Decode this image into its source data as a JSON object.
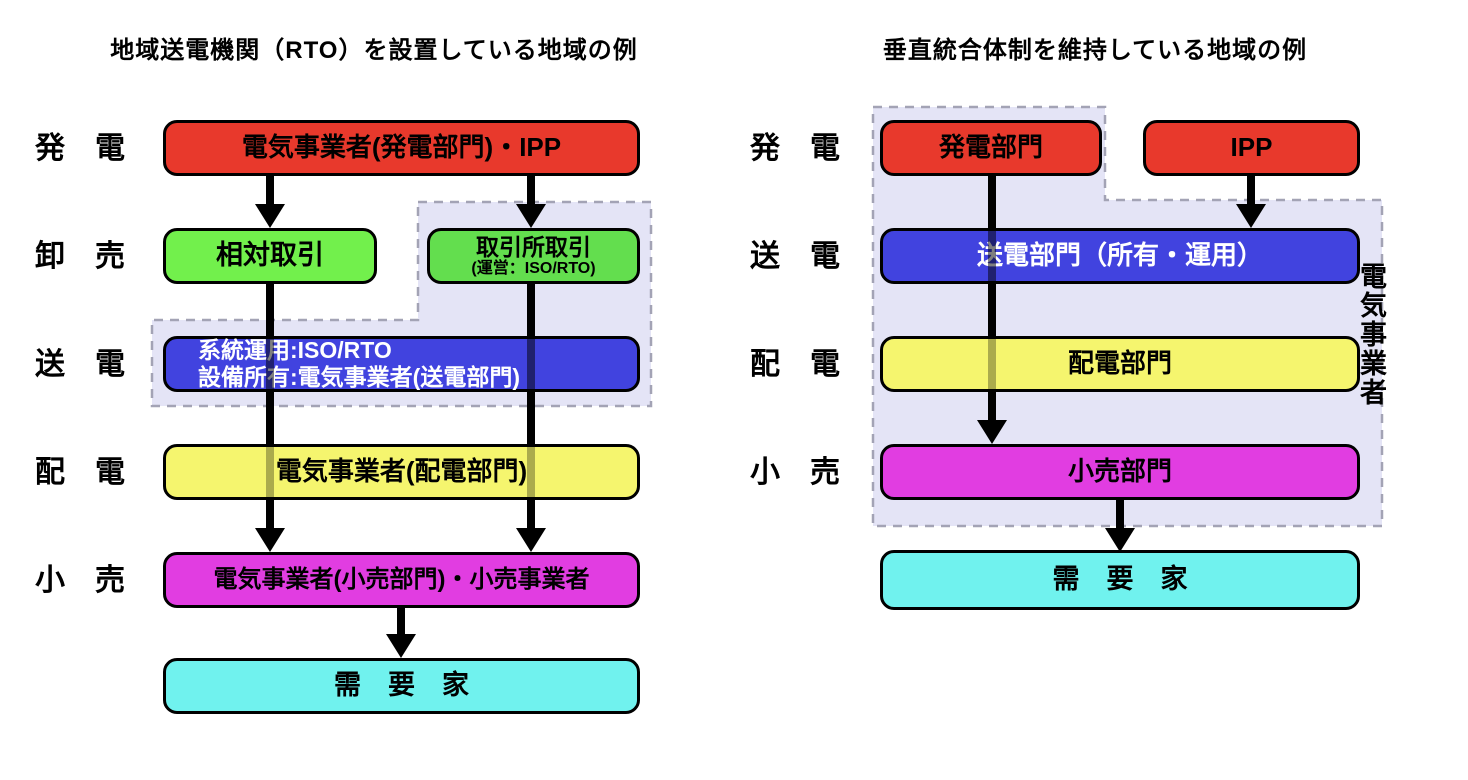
{
  "left_panel": {
    "title": "地域送電機関（RTO）を設置している地域の例",
    "row_labels": [
      "発　電",
      "卸　売",
      "送　電",
      "配　電",
      "小　売"
    ],
    "generation_box": "電気事業者(発電部門)・IPP",
    "bilateral_box": "相対取引",
    "exchange_box_line1": "取引所取引",
    "exchange_box_line2": "(運営：ISO/RTO)",
    "transmission_box_line1": "系統運用:ISO/RTO",
    "transmission_box_line2": "設備所有:電気事業者(送電部門)",
    "distribution_box": "電気事業者(配電部門)",
    "retail_box": "電気事業者(小売部門)・小売事業者",
    "consumer_box": "需　要　家"
  },
  "right_panel": {
    "title": "垂直統合体制を維持している地域の例",
    "row_labels": [
      "発　電",
      "送　電",
      "配　電",
      "小　売"
    ],
    "generation_box": "発電部門",
    "ipp_box": "IPP",
    "transmission_box": "送電部門（所有・運用）",
    "distribution_box": "配電部門",
    "retail_box": "小売部門",
    "consumer_box": "需　要　家",
    "group_label": "電気事業者"
  },
  "colors": {
    "generation_red": "#E8392C",
    "bilateral_green": "#72F04C",
    "exchange_green": "#63DE4E",
    "transmission_blue": "#4143DF",
    "distribution_yellow": "#F5F56E",
    "retail_magenta": "#E13DE1",
    "consumer_cyan": "#70F2EE",
    "group_region_fill": "#E4E4F6",
    "group_region_border": "#A3A3B5",
    "arrow_black": "#000000"
  }
}
